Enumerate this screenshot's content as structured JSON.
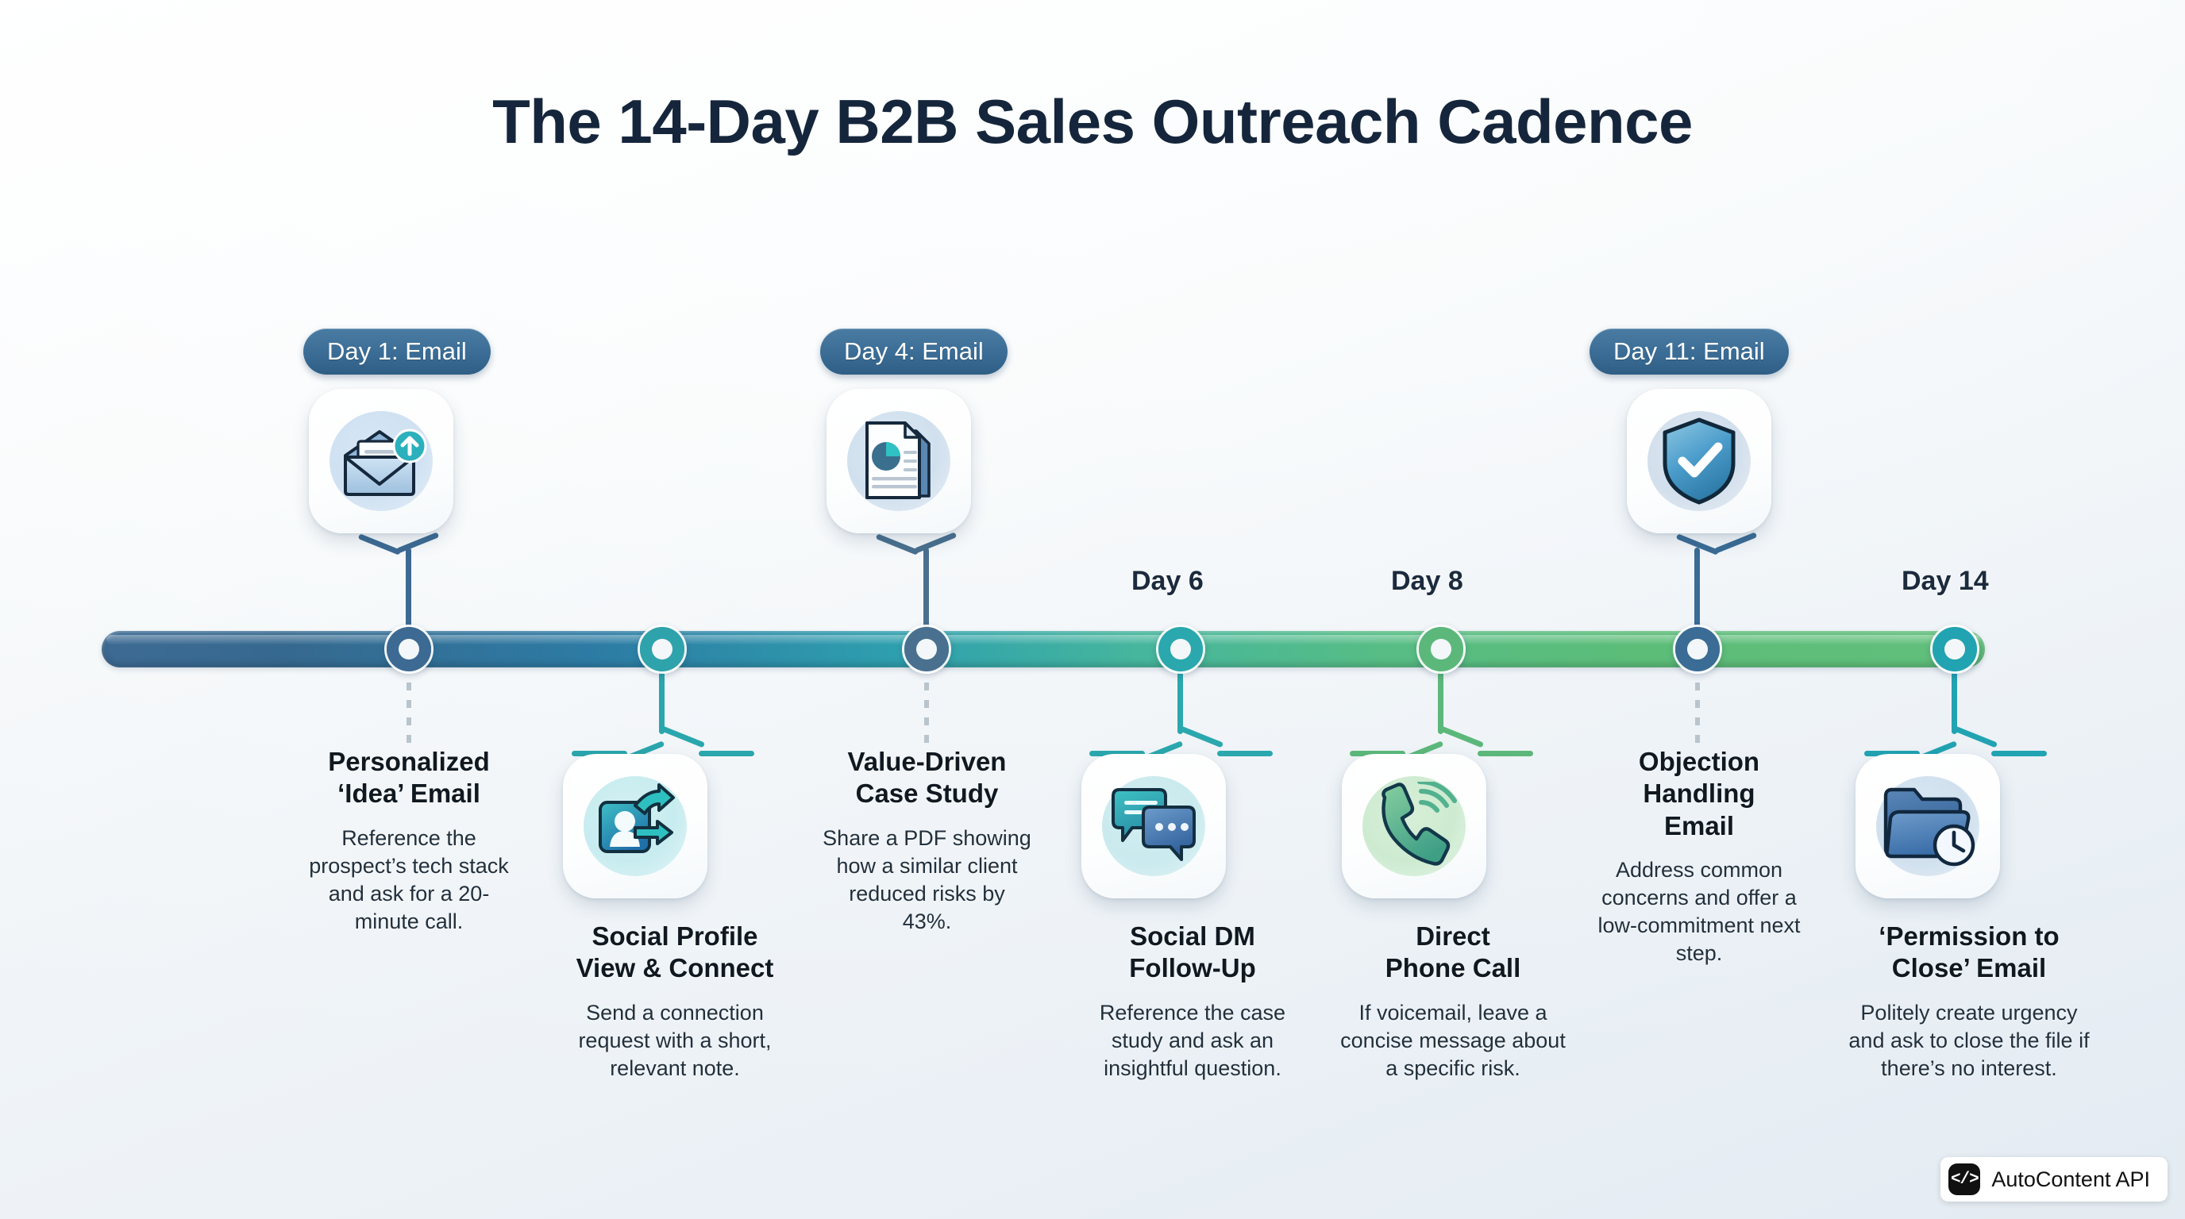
{
  "title": "The 14-Day B2B Sales Outreach Cadence",
  "watermark": {
    "glyph": "</>",
    "label": "AutoContent API"
  },
  "theme": {
    "rail_start": "#3d6a93",
    "rail_mid": "#2e9fae",
    "rail_end": "#61c07c",
    "badge_bg": "#3a6c95",
    "heading": "#101820",
    "body_text": "#22303c",
    "title_color": "#15263c",
    "dot_color": "#b9c4cc"
  },
  "steps": [
    {
      "day_label": "Day 1: Email",
      "label_style": "badge",
      "position": "above",
      "heading": "Personalized\n‘Idea’ Email",
      "heading_line1": "Personalized",
      "heading_line2": "‘Idea’ Email",
      "description": "Reference the prospect’s tech stack and ask for a 20-minute call.",
      "icon": "open-envelope-upload-icon",
      "node_color": "#3d6a93",
      "accent": "#3d6a93"
    },
    {
      "day_label": "",
      "label_style": "none",
      "position": "below",
      "heading_line1": "Social Profile",
      "heading_line2": "View & Connect",
      "description": "Send a connection request with a short, relevant note.",
      "icon": "profile-connect-icon",
      "node_color": "#2fa3ab",
      "accent": "#2aa6ad"
    },
    {
      "day_label": "Day 4: Email",
      "label_style": "badge",
      "position": "above",
      "heading_line1": "Value-Driven",
      "heading_line2": "Case Study",
      "description": "Share a PDF showing how a similar client reduced risks by 43%.",
      "icon": "document-piechart-icon",
      "node_color": "#4a708f",
      "accent": "#4a708f"
    },
    {
      "day_label": "Day 6",
      "label_style": "plain",
      "position": "below",
      "heading_line1": "Social DM",
      "heading_line2": "Follow-Up",
      "description": "Reference the case study and ask an insightful question.",
      "icon": "chat-bubbles-icon",
      "node_color": "#2aa8ae",
      "accent": "#2aa8ae"
    },
    {
      "day_label": "Day 8",
      "label_style": "plain",
      "position": "below",
      "heading_line1": "Direct",
      "heading_line2": "Phone Call",
      "description": "If voicemail, leave a concise message about a specific risk.",
      "icon": "phone-ring-icon",
      "node_color": "#5cb87a",
      "accent": "#5cb87a"
    },
    {
      "day_label": "Day 11: Email",
      "label_style": "badge",
      "position": "above",
      "heading_line1": "Objection",
      "heading_line2": "Handling",
      "heading_line3": "Email",
      "description": "Address common concerns and offer a low-commitment next step.",
      "icon": "shield-check-icon",
      "node_color": "#3a6c95",
      "accent": "#3a6c95"
    },
    {
      "day_label": "Day 14",
      "label_style": "plain",
      "position": "below",
      "heading_line1": "‘Permission to",
      "heading_line2": "Close’ Email",
      "description": "Politely create urgency and ask to close the file if there’s no interest.",
      "icon": "folder-clock-icon",
      "node_color": "#21a3b2",
      "accent": "#21a3b2"
    }
  ]
}
